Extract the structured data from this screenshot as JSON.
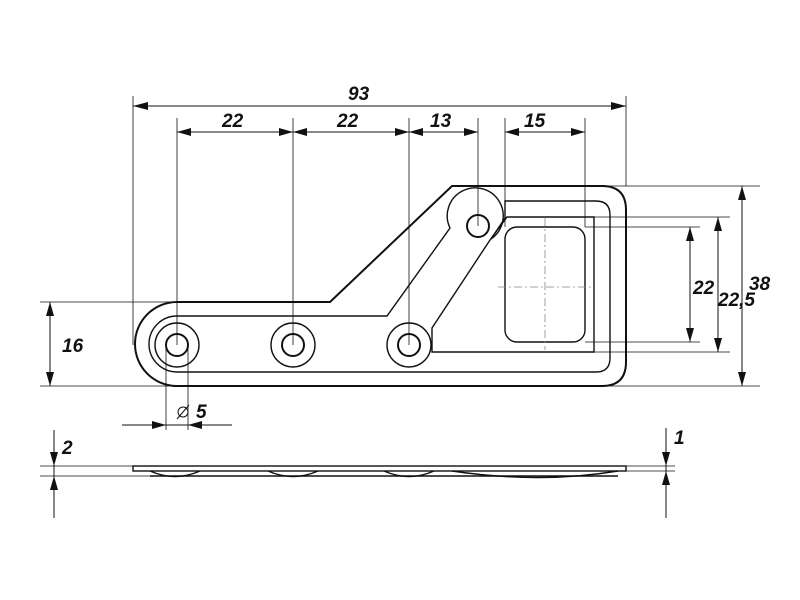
{
  "dimensions": {
    "overall_length": "93",
    "hole_pitch_1": "22",
    "hole_pitch_2": "22",
    "hole_to_slot": "13",
    "window_width": "15",
    "window_height": "22",
    "slot_height": "22,5",
    "overall_height": "38",
    "end_height": "16",
    "hole_diameter": "5",
    "total_thickness": "2",
    "plate_thickness": "1"
  },
  "colors": {
    "line": "#111111",
    "centerline": "#888888",
    "background": "#ffffff"
  }
}
